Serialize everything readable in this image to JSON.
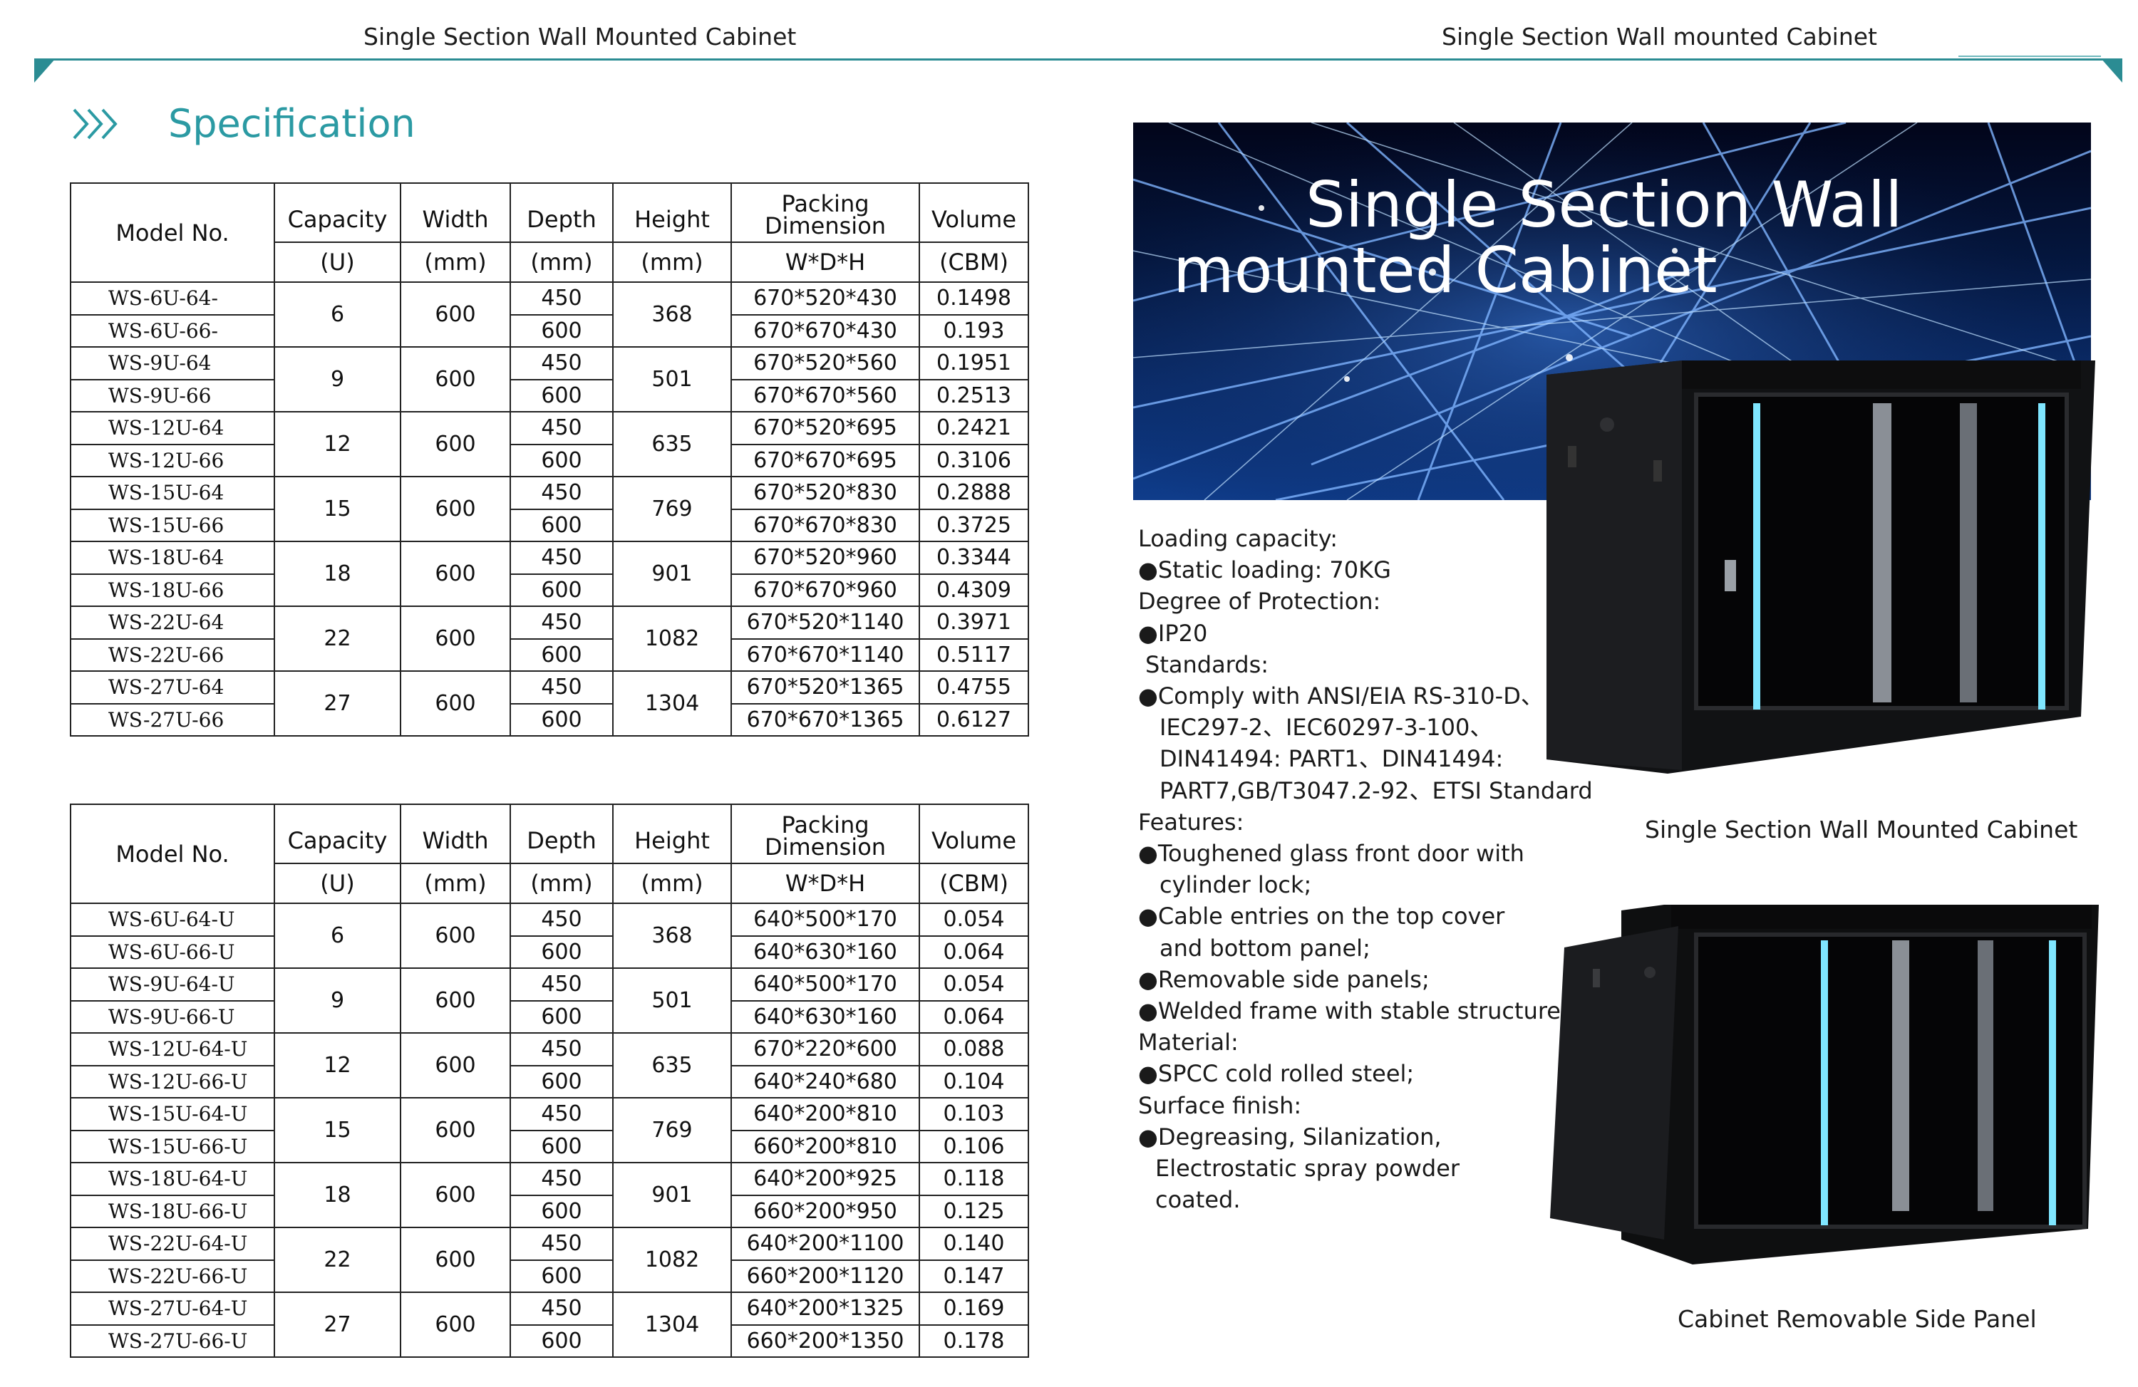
{
  "header": {
    "left_title": "Single Section Wall Mounted Cabinet",
    "right_title": "Single Section Wall mounted Cabinet"
  },
  "section_title": "Specification",
  "table_headers": {
    "model": "Model No.",
    "capacity": "Capacity",
    "capacity_unit": "(U)",
    "width": "Width",
    "width_unit": "(mm)",
    "depth": "Depth",
    "depth_unit": "(mm)",
    "height": "Height",
    "height_unit": "(mm)",
    "packing_line1": "Packing",
    "packing_line2": "Dimension",
    "packing_unit": "W*D*H",
    "volume": "Volume",
    "volume_unit": "(CBM)"
  },
  "table1": [
    {
      "capacity": "6",
      "width": "600",
      "height": "368",
      "rows": [
        {
          "model": "WS-6U-64-",
          "depth": "450",
          "packing": "670*520*430",
          "volume": "0.1498"
        },
        {
          "model": "WS-6U-66-",
          "depth": "600",
          "packing": "670*670*430",
          "volume": "0.193"
        }
      ]
    },
    {
      "capacity": "9",
      "width": "600",
      "height": "501",
      "rows": [
        {
          "model": "WS-9U-64",
          "depth": "450",
          "packing": "670*520*560",
          "volume": "0.1951"
        },
        {
          "model": "WS-9U-66",
          "depth": "600",
          "packing": "670*670*560",
          "volume": "0.2513"
        }
      ]
    },
    {
      "capacity": "12",
      "width": "600",
      "height": "635",
      "rows": [
        {
          "model": "WS-12U-64",
          "depth": "450",
          "packing": "670*520*695",
          "volume": "0.2421"
        },
        {
          "model": "WS-12U-66",
          "depth": "600",
          "packing": "670*670*695",
          "volume": "0.3106"
        }
      ]
    },
    {
      "capacity": "15",
      "width": "600",
      "height": "769",
      "rows": [
        {
          "model": "WS-15U-64",
          "depth": "450",
          "packing": "670*520*830",
          "volume": "0.2888"
        },
        {
          "model": "WS-15U-66",
          "depth": "600",
          "packing": "670*670*830",
          "volume": "0.3725"
        }
      ]
    },
    {
      "capacity": "18",
      "width": "600",
      "height": "901",
      "rows": [
        {
          "model": "WS-18U-64",
          "depth": "450",
          "packing": "670*520*960",
          "volume": "0.3344"
        },
        {
          "model": "WS-18U-66",
          "depth": "600",
          "packing": "670*670*960",
          "volume": "0.4309"
        }
      ]
    },
    {
      "capacity": "22",
      "width": "600",
      "height": "1082",
      "rows": [
        {
          "model": "WS-22U-64",
          "depth": "450",
          "packing": "670*520*1140",
          "volume": "0.3971"
        },
        {
          "model": "WS-22U-66",
          "depth": "600",
          "packing": "670*670*1140",
          "volume": "0.5117"
        }
      ]
    },
    {
      "capacity": "27",
      "width": "600",
      "height": "1304",
      "rows": [
        {
          "model": "WS-27U-64",
          "depth": "450",
          "packing": "670*520*1365",
          "volume": "0.4755"
        },
        {
          "model": "WS-27U-66",
          "depth": "600",
          "packing": "670*670*1365",
          "volume": "0.6127"
        }
      ]
    }
  ],
  "table2": [
    {
      "capacity": "6",
      "width": "600",
      "height": "368",
      "rows": [
        {
          "model": "WS-6U-64-U",
          "depth": "450",
          "packing": "640*500*170",
          "volume": "0.054"
        },
        {
          "model": "WS-6U-66-U",
          "depth": "600",
          "packing": "640*630*160",
          "volume": "0.064"
        }
      ]
    },
    {
      "capacity": "9",
      "width": "600",
      "height": "501",
      "rows": [
        {
          "model": "WS-9U-64-U",
          "depth": "450",
          "packing": "640*500*170",
          "volume": "0.054"
        },
        {
          "model": "WS-9U-66-U",
          "depth": "600",
          "packing": "640*630*160",
          "volume": "0.064"
        }
      ]
    },
    {
      "capacity": "12",
      "width": "600",
      "height": "635",
      "rows": [
        {
          "model": "WS-12U-64-U",
          "depth": "450",
          "packing": "670*220*600",
          "volume": "0.088"
        },
        {
          "model": "WS-12U-66-U",
          "depth": "600",
          "packing": "640*240*680",
          "volume": "0.104"
        }
      ]
    },
    {
      "capacity": "15",
      "width": "600",
      "height": "769",
      "rows": [
        {
          "model": "WS-15U-64-U",
          "depth": "450",
          "packing": "640*200*810",
          "volume": "0.103"
        },
        {
          "model": "WS-15U-66-U",
          "depth": "600",
          "packing": "660*200*810",
          "volume": "0.106"
        }
      ]
    },
    {
      "capacity": "18",
      "width": "600",
      "height": "901",
      "rows": [
        {
          "model": "WS-18U-64-U",
          "depth": "450",
          "packing": "640*200*925",
          "volume": "0.118"
        },
        {
          "model": "WS-18U-66-U",
          "depth": "600",
          "packing": "660*200*950",
          "volume": "0.125"
        }
      ]
    },
    {
      "capacity": "22",
      "width": "600",
      "height": "1082",
      "rows": [
        {
          "model": "WS-22U-64-U",
          "depth": "450",
          "packing": "640*200*1100",
          "volume": "0.140"
        },
        {
          "model": "WS-22U-66-U",
          "depth": "600",
          "packing": "660*200*1120",
          "volume": "0.147"
        }
      ]
    },
    {
      "capacity": "27",
      "width": "600",
      "height": "1304",
      "rows": [
        {
          "model": "WS-27U-64-U",
          "depth": "450",
          "packing": "640*200*1325",
          "volume": "0.169"
        },
        {
          "model": "WS-27U-66-U",
          "depth": "600",
          "packing": "660*200*1350",
          "volume": "0.178"
        }
      ]
    }
  ],
  "hero": {
    "line1": "Single Section Wall",
    "line2": "mounted Cabinet"
  },
  "specs": [
    {
      "text": "Loading capacity:",
      "indent": 0
    },
    {
      "text": "●Static loading: 70KG",
      "indent": 0
    },
    {
      "text": "Degree of Protection:",
      "indent": 0
    },
    {
      "text": "●IP20",
      "indent": 0
    },
    {
      "text": "Standards:",
      "indent": 1
    },
    {
      "text": "●Comply with ANSI/EIA RS-310-D、",
      "indent": 0
    },
    {
      "text": "IEC297-2、IEC60297-3-100、",
      "indent": 2
    },
    {
      "text": "DIN41494: PART1、DIN41494:",
      "indent": 2
    },
    {
      "text": "PART7,GB/T3047.2-92、ETSI Standard",
      "indent": 2
    },
    {
      "text": "Features:",
      "indent": 0
    },
    {
      "text": "●Toughened glass front door with",
      "indent": 0
    },
    {
      "text": "cylinder lock;",
      "indent": 2
    },
    {
      "text": "●Cable entries on the top cover",
      "indent": 0
    },
    {
      "text": "and bottom panel;",
      "indent": 2
    },
    {
      "text": "●Removable side panels;",
      "indent": 0
    },
    {
      "text": "●Welded frame with stable structure",
      "indent": 0
    },
    {
      "text": "Material:",
      "indent": 0
    },
    {
      "text": "●SPCC cold rolled steel;",
      "indent": 0
    },
    {
      "text": "Surface finish:",
      "indent": 0
    },
    {
      "text": "●Degreasing, Silanization,",
      "indent": 0
    },
    {
      "text": "Electrostatic spray powder",
      "indent": 3
    },
    {
      "text": "coated.",
      "indent": 3
    }
  ],
  "captions": {
    "cabinet1": "Single Section Wall Mounted Cabinet",
    "cabinet2": "Cabinet Removable Side Panel"
  }
}
